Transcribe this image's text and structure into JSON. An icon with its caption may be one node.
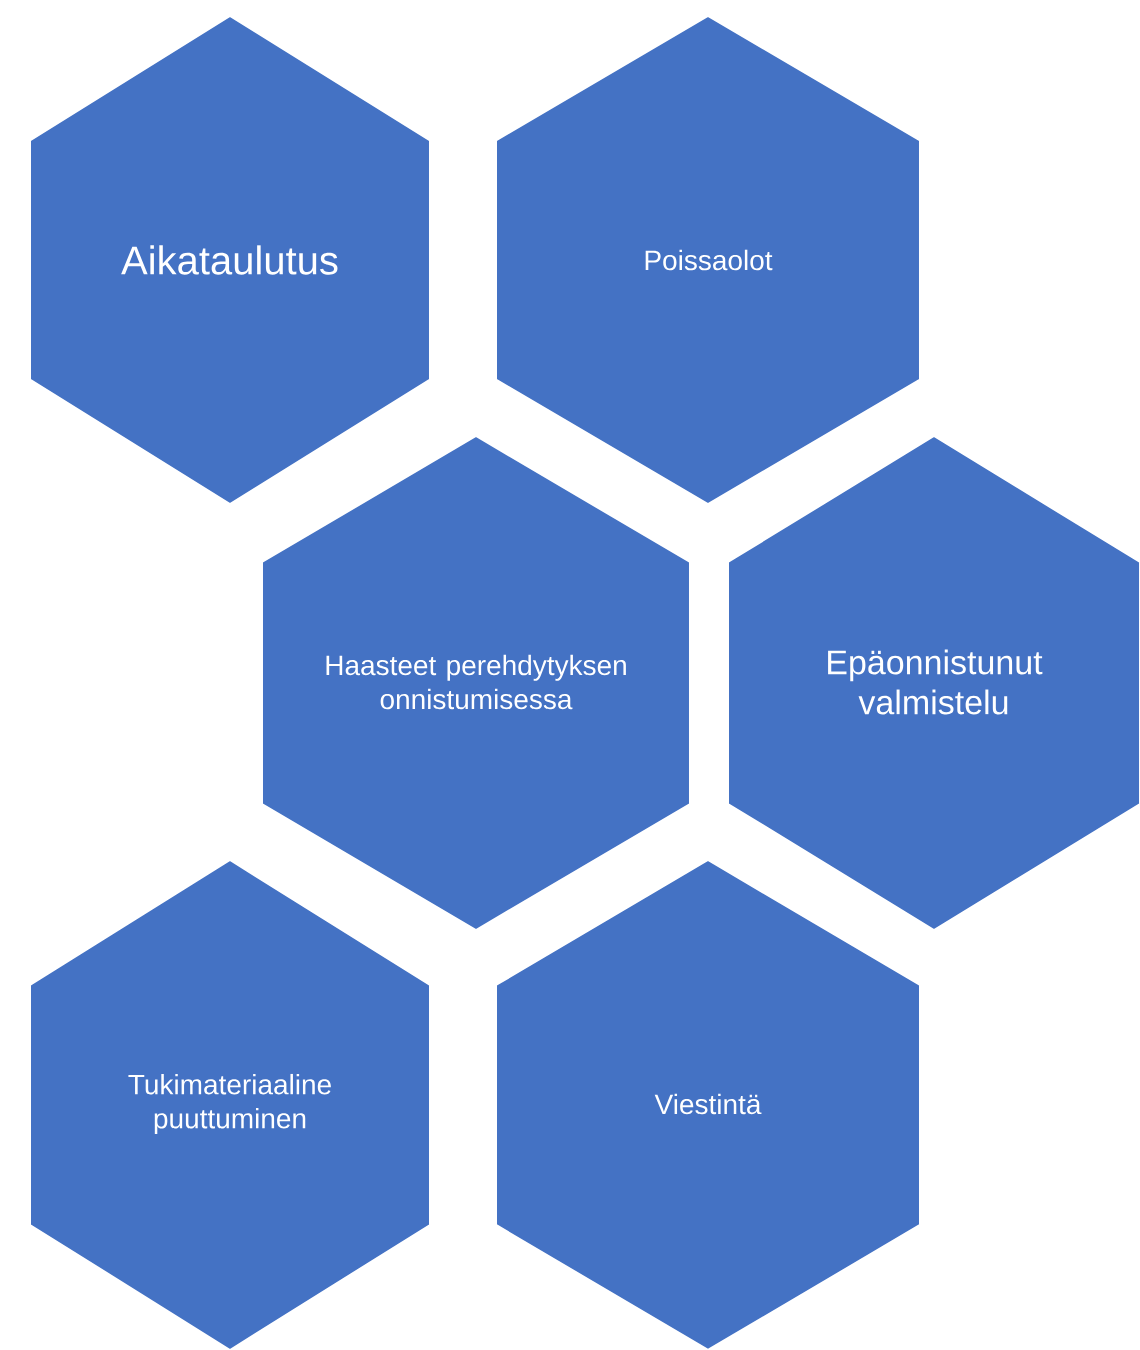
{
  "diagram": {
    "nodes": [
      {
        "text": [
          "Aikataulutus"
        ]
      },
      {
        "text": [
          "Poissaolot"
        ]
      },
      {
        "text": [
          "Haasteet perehdytyksen onnistumisessa"
        ]
      },
      {
        "text": [
          "Epäonnistunut valmistelu"
        ]
      },
      {
        "text": [
          "Tukimateriaaline puuttuminen"
        ]
      },
      {
        "text": [
          "Viestintä"
        ]
      }
    ]
  }
}
